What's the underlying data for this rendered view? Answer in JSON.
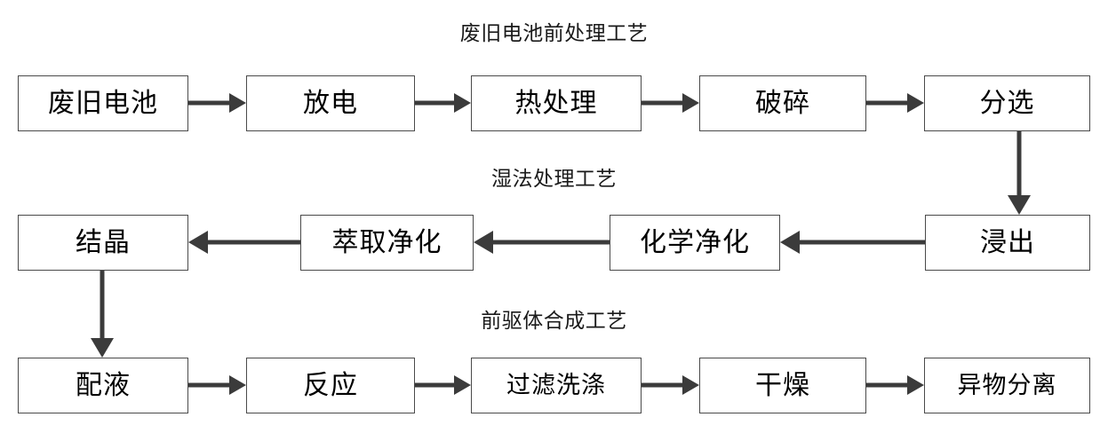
{
  "diagram": {
    "title_pretreatment": "废旧电池前处理工艺",
    "title_hydrometallurgy": "湿法处理工艺",
    "title_precursor": "前驱体合成工艺",
    "rows": [
      {
        "id": "pretreatment",
        "direction": "left-to-right",
        "nodes": [
          {
            "label": "废旧电池"
          },
          {
            "label": "放电"
          },
          {
            "label": "热处理"
          },
          {
            "label": "破碎"
          },
          {
            "label": "分选"
          }
        ]
      },
      {
        "id": "hydrometallurgy",
        "direction": "right-to-left",
        "nodes": [
          {
            "label": "结晶"
          },
          {
            "label": "萃取净化"
          },
          {
            "label": "化学净化"
          },
          {
            "label": "浸出"
          }
        ]
      },
      {
        "id": "precursor",
        "direction": "left-to-right",
        "nodes": [
          {
            "label": "配液"
          },
          {
            "label": "反应"
          },
          {
            "label": "过滤洗涤"
          },
          {
            "label": "干燥"
          },
          {
            "label": "异物分离"
          }
        ]
      }
    ],
    "connectors": {
      "sorting_to_leaching": "arrow-down",
      "crystallization_to_solution_prep": "arrow-down"
    },
    "colors": {
      "box_border": "#4a4a4a",
      "arrow": "#3b3b3b",
      "text": "#000000",
      "background": "#ffffff"
    }
  }
}
